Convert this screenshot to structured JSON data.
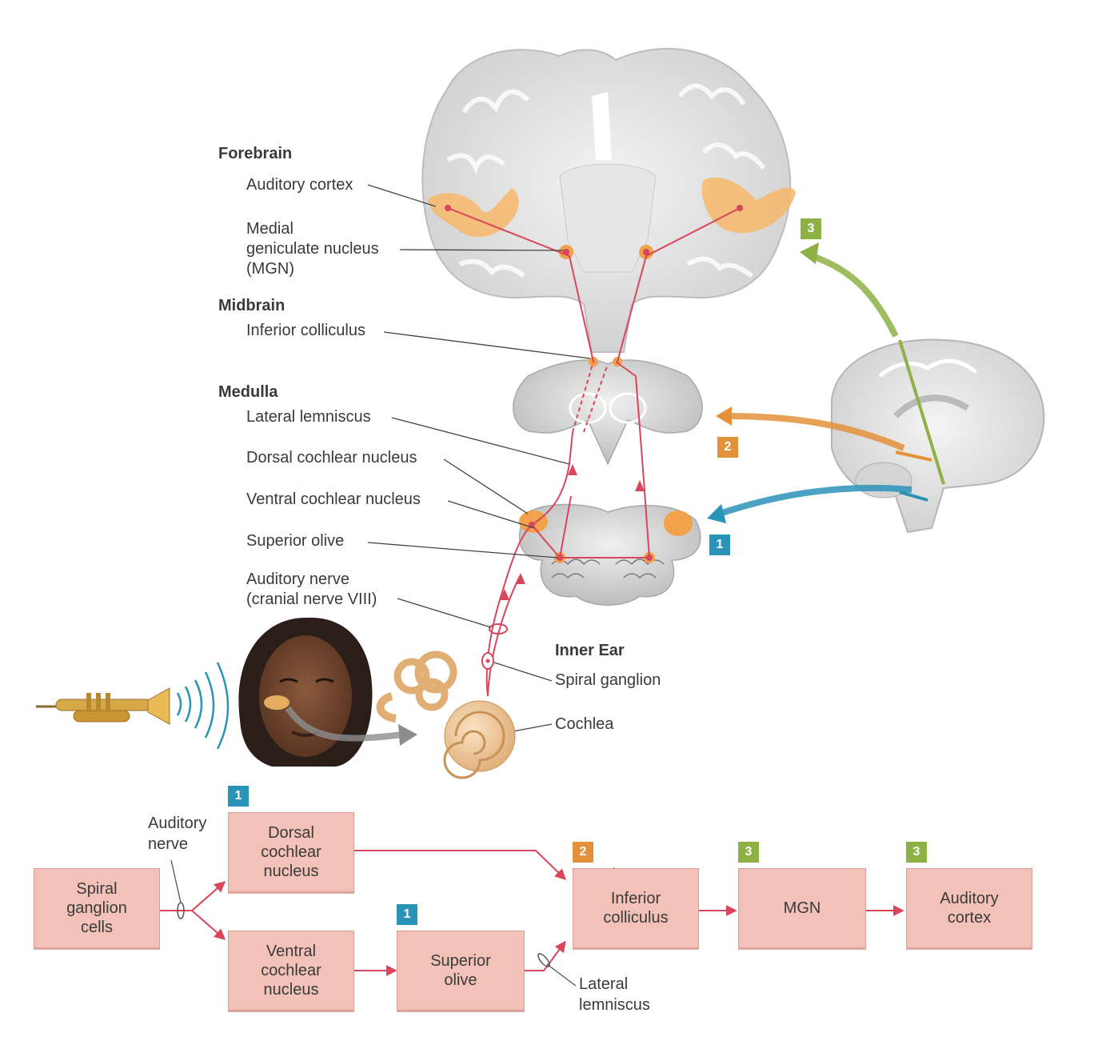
{
  "labels": {
    "forebrain": "Forebrain",
    "auditory_cortex": "Auditory cortex",
    "mgn_line1": "Medial",
    "mgn_line2": "geniculate nucleus",
    "mgn_line3": "(MGN)",
    "midbrain": "Midbrain",
    "inferior_colliculus": "Inferior colliculus",
    "medulla": "Medulla",
    "lateral_lemniscus": "Lateral lemniscus",
    "dorsal_cochlear_nucleus": "Dorsal cochlear nucleus",
    "ventral_cochlear_nucleus": "Ventral cochlear nucleus",
    "superior_olive": "Superior olive",
    "auditory_nerve_line1": "Auditory nerve",
    "auditory_nerve_line2": "(cranial nerve VIII)",
    "inner_ear": "Inner Ear",
    "spiral_ganglion": "Spiral ganglion",
    "cochlea": "Cochlea"
  },
  "badges": {
    "upper_medulla": "1",
    "upper_midbrain": "2",
    "upper_forebrain": "3",
    "flow_dorsal": "1",
    "flow_superior_olive": "1",
    "flow_inferior_colliculus": "2",
    "flow_mgn": "3",
    "flow_auditory_cortex": "3"
  },
  "flowchart": {
    "spiral_ganglion_cells": "Spiral\nganglion\ncells",
    "auditory_nerve_line1": "Auditory",
    "auditory_nerve_line2": "nerve",
    "dorsal_cochlear_nucleus": "Dorsal\ncochlear\nnucleus",
    "ventral_cochlear_nucleus": "Ventral\ncochlear\nnucleus",
    "superior_olive": "Superior\nolive",
    "inferior_colliculus": "Inferior\ncolliculus",
    "mgn": "MGN",
    "auditory_cortex": "Auditory\ncortex",
    "lateral_lemniscus_line1": "Lateral",
    "lateral_lemniscus_line2": "lemniscus"
  },
  "colors": {
    "pathway": "#d9455a",
    "box_fill": "#f2c2b8",
    "level1": "#2a93b8",
    "level2": "#e4923a",
    "level3": "#8db145"
  }
}
